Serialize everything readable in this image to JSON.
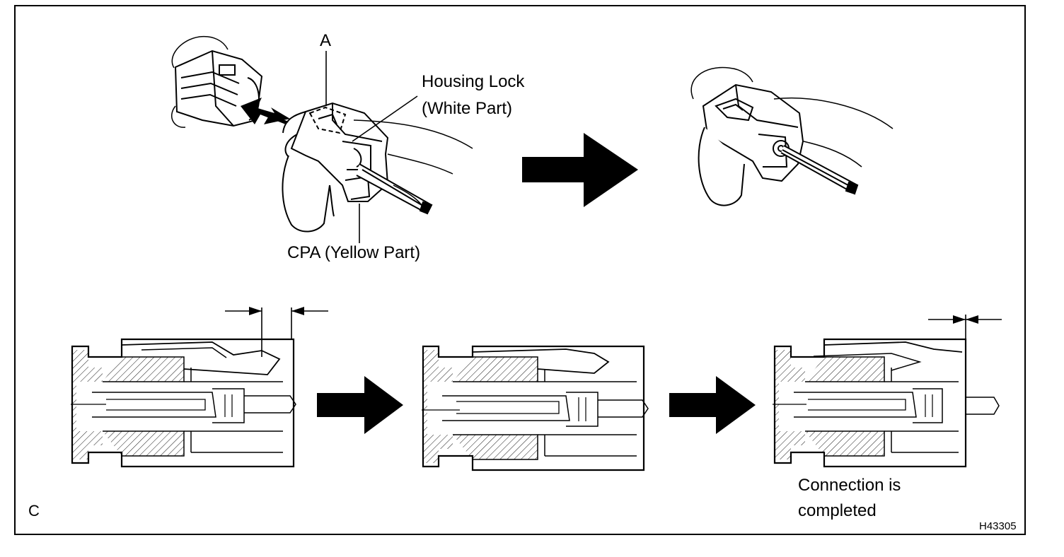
{
  "labels": {
    "a": "A",
    "housing_lock_line1": "Housing Lock",
    "housing_lock_line2": "(White Part)",
    "cpa": "CPA (Yellow Part)",
    "connection_line1": "Connection is",
    "connection_line2": "completed",
    "panel_letter": "C",
    "figure_code": "H43305"
  }
}
